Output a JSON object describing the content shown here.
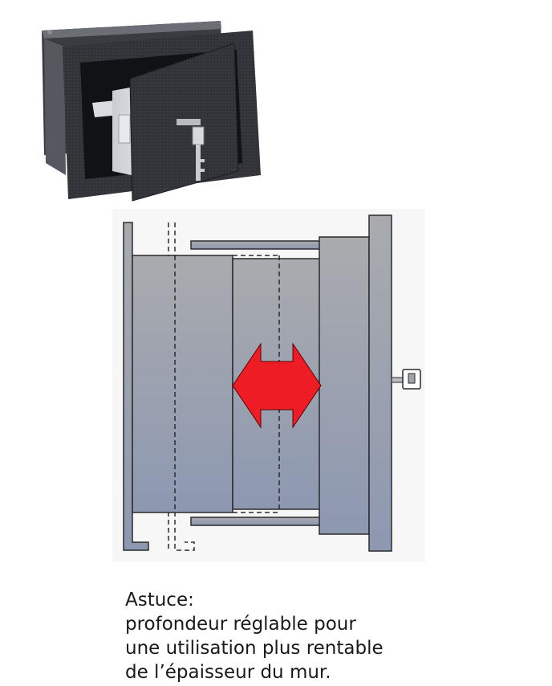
{
  "caption": {
    "heading": "Astuce:",
    "lines": [
      "profondeur réglable pour",
      "une utilisation plus rentable",
      "de l’épaisseur du mur."
    ]
  },
  "colors": {
    "arrow": "#ee1c24",
    "safe_body": "#2c2e33",
    "diagram_fill_top": "#a7a9ae",
    "diagram_fill_bottom": "#8e99b2"
  },
  "icons": {
    "photo": "wall-safe-with-key",
    "arrow": "double-headed-arrow",
    "key": "key-icon"
  }
}
